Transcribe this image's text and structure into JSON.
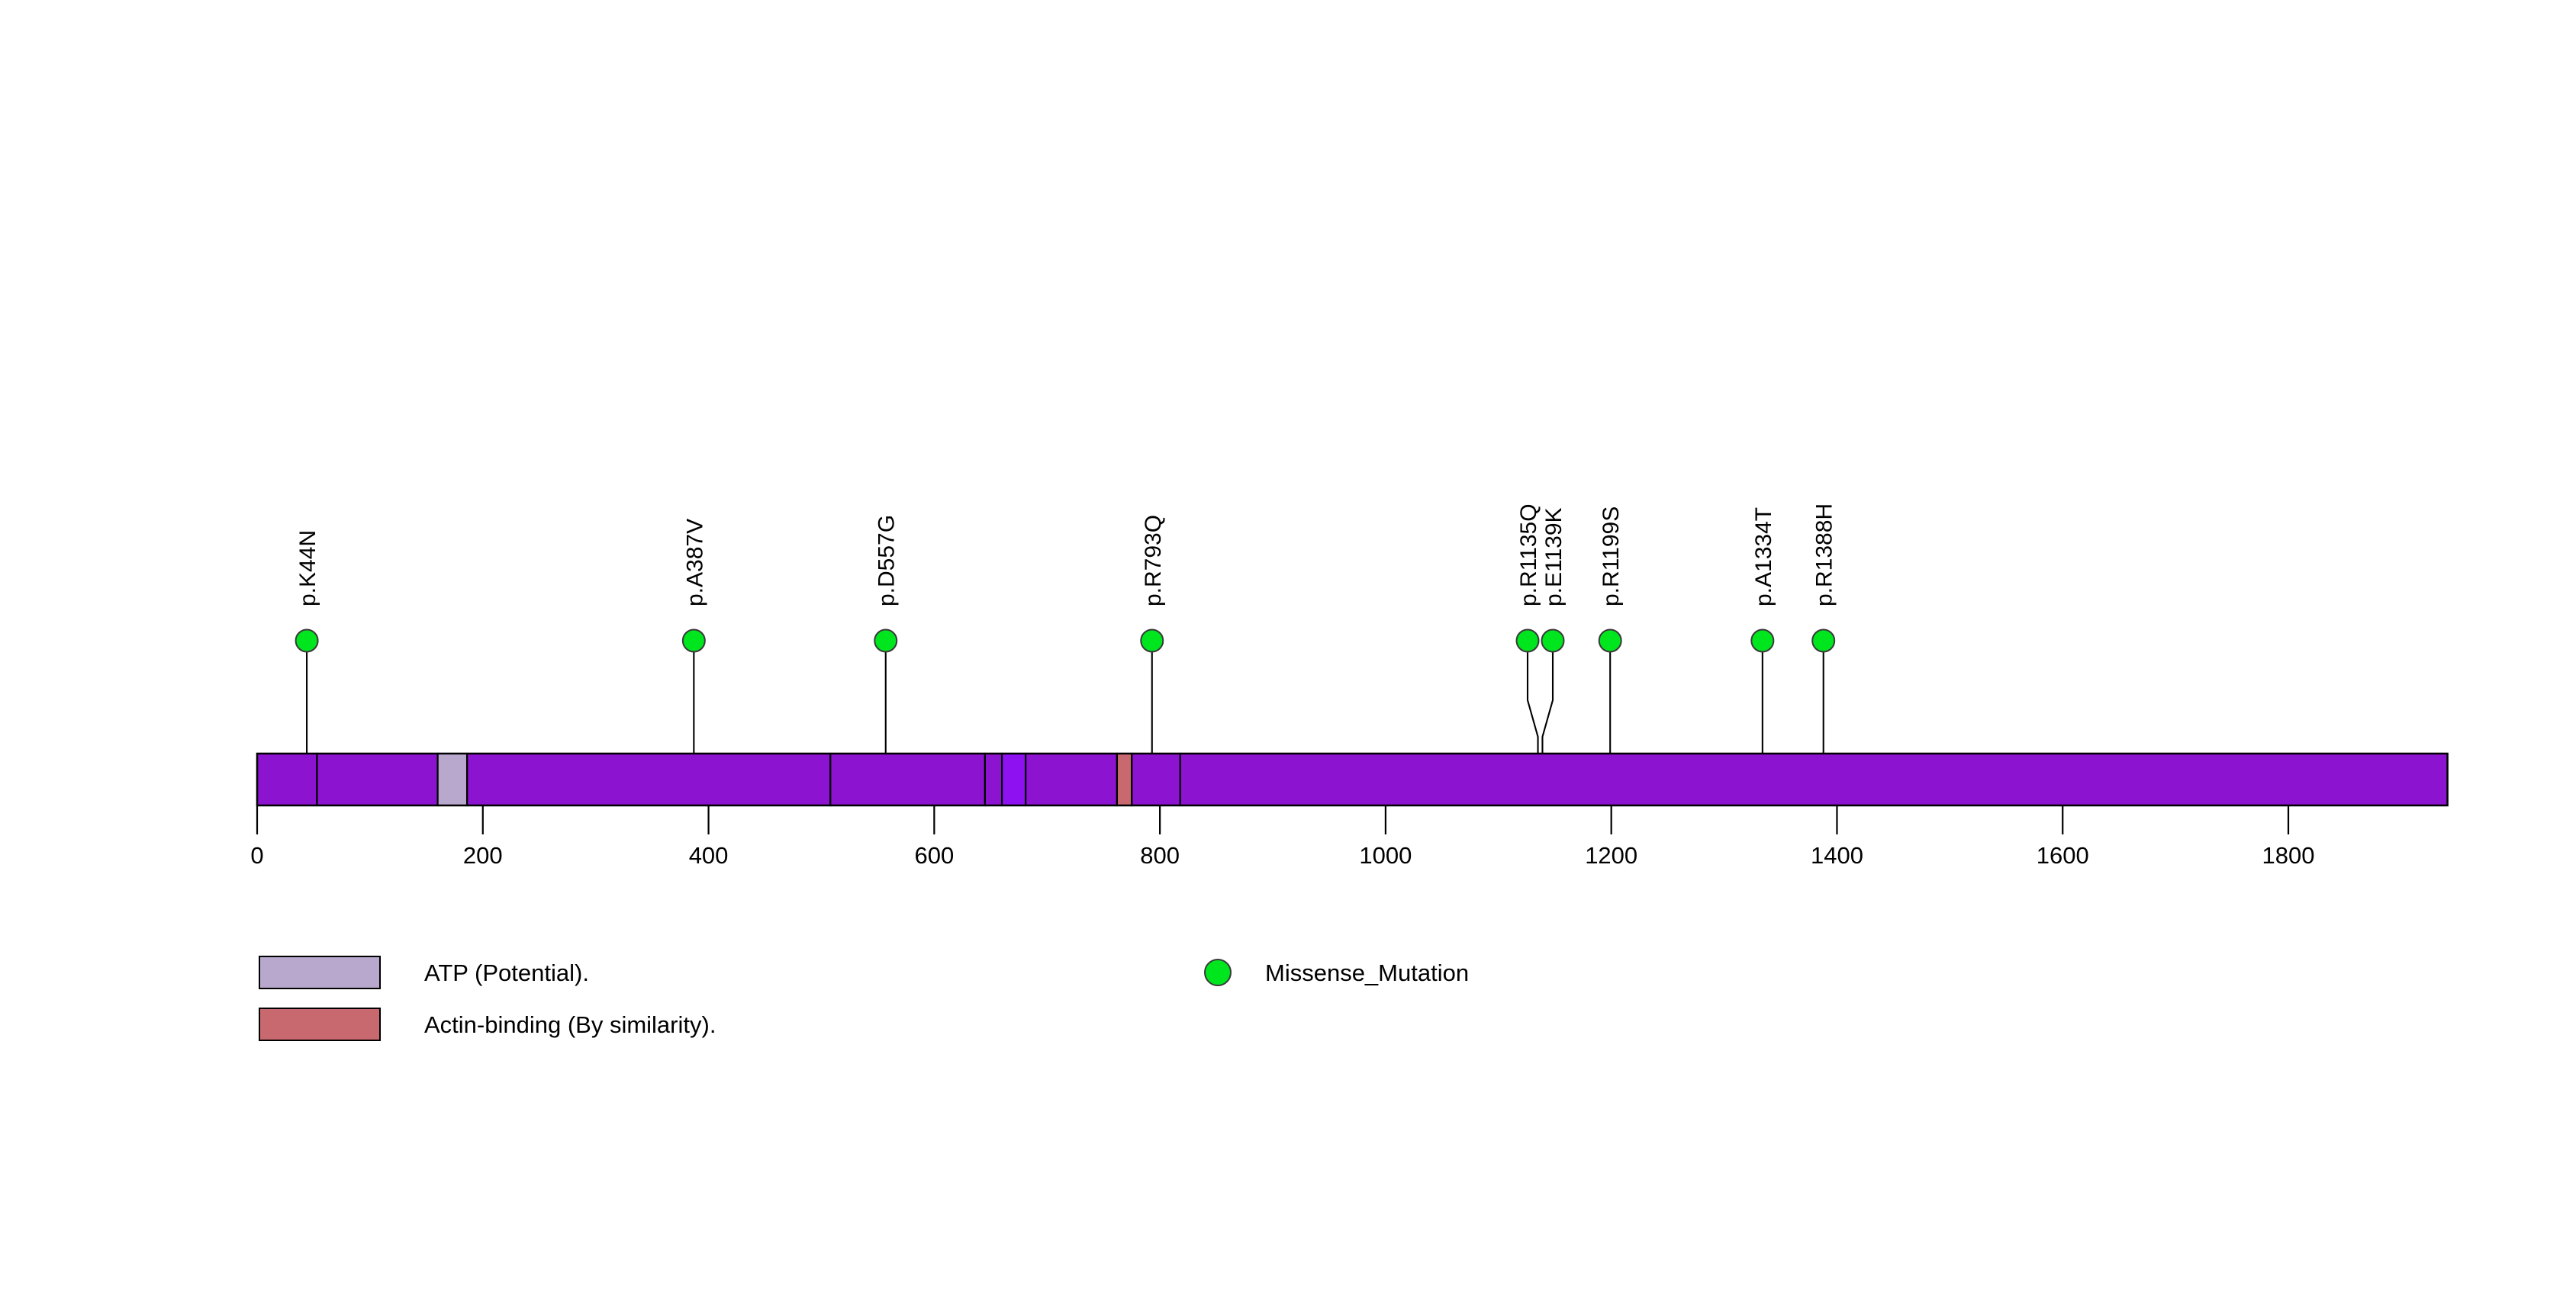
{
  "chart_data": {
    "type": "lollipop",
    "title": "",
    "xlabel": "",
    "ylabel": "",
    "protein_length": 1941,
    "xlim": [
      0,
      1941
    ],
    "axis_ticks": [
      0,
      200,
      400,
      600,
      800,
      1000,
      1200,
      1400,
      1600,
      1800
    ],
    "axis_tick_labels": [
      "0",
      "200",
      "400",
      "600",
      "800",
      "1000",
      "1200",
      "1400",
      "1600",
      "1800"
    ],
    "grid": false,
    "backbone_color": "#8c14d1",
    "mutations": [
      {
        "label": "p.K44N",
        "position": 44,
        "count": 1,
        "type": "Missense_Mutation",
        "color": "#00e61e"
      },
      {
        "label": "p.A387V",
        "position": 387,
        "count": 1,
        "type": "Missense_Mutation",
        "color": "#00e61e"
      },
      {
        "label": "p.D557G",
        "position": 557,
        "count": 1,
        "type": "Missense_Mutation",
        "color": "#00e61e"
      },
      {
        "label": "p.R793Q",
        "position": 793,
        "count": 1,
        "type": "Missense_Mutation",
        "color": "#00e61e"
      },
      {
        "label": "p.R1135Q",
        "position": 1135,
        "count": 1,
        "type": "Missense_Mutation",
        "color": "#00e61e"
      },
      {
        "label": "p.E1139K",
        "position": 1139,
        "count": 1,
        "type": "Missense_Mutation",
        "color": "#00e61e"
      },
      {
        "label": "p.R1199S",
        "position": 1199,
        "count": 1,
        "type": "Missense_Mutation",
        "color": "#00e61e"
      },
      {
        "label": "p.A1334T",
        "position": 1334,
        "count": 1,
        "type": "Missense_Mutation",
        "color": "#00e61e"
      },
      {
        "label": "p.R1388H",
        "position": 1388,
        "count": 1,
        "type": "Missense_Mutation",
        "color": "#00e61e"
      }
    ],
    "domains": [
      {
        "name": "ATP (Potential).",
        "start": 160,
        "end": 186,
        "color": "#b9a8cd"
      },
      {
        "name": "Actin-binding (By similarity).",
        "start": 762,
        "end": 775,
        "color": "#c8696f"
      }
    ],
    "backbone_segments": [
      {
        "start": 0,
        "end": 53,
        "color": "#8c14d1"
      },
      {
        "start": 53,
        "end": 160,
        "color": "#8c14d1"
      },
      {
        "start": 186,
        "end": 508,
        "color": "#8c14d1"
      },
      {
        "start": 508,
        "end": 645,
        "color": "#8c14d1"
      },
      {
        "start": 645,
        "end": 660,
        "color": "#8c14d1"
      },
      {
        "start": 660,
        "end": 681,
        "color": "#8e11f2"
      },
      {
        "start": 681,
        "end": 762,
        "color": "#8c14d1"
      },
      {
        "start": 775,
        "end": 818,
        "color": "#8c14d1"
      },
      {
        "start": 818,
        "end": 1941,
        "color": "#8c14d1"
      }
    ]
  },
  "legend": {
    "domain_items": [
      {
        "label": "ATP (Potential).",
        "color": "#b9a8cd"
      },
      {
        "label": "Actin-binding (By similarity).",
        "color": "#c8696f"
      }
    ],
    "mutation_items": [
      {
        "label": "Missense_Mutation",
        "color": "#00e61e"
      }
    ]
  }
}
